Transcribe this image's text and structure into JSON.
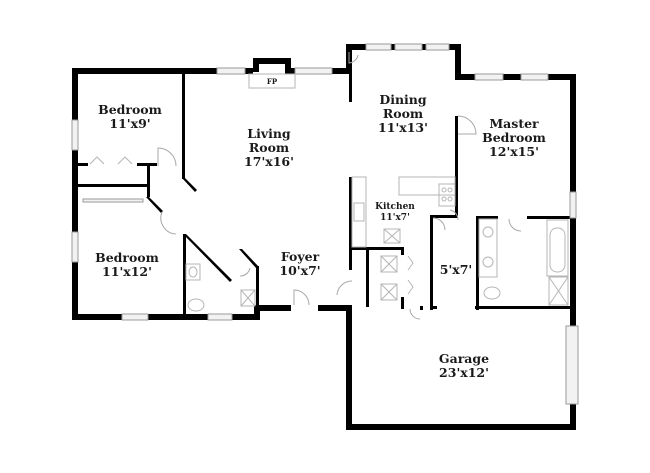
{
  "floor_plan": {
    "colors": {
      "wall": "#000000",
      "window": "#f2f2f2",
      "fixture": "#b5b5b5",
      "text": "#1a1a1a"
    },
    "fireplace_label": "FP",
    "rooms": [
      {
        "id": "bedroom-1",
        "name": "Bedroom",
        "dims": "11'x9'"
      },
      {
        "id": "living-room",
        "name": "Living Room",
        "name_line1": "Living",
        "name_line2": "Room",
        "dims": "17'x16'"
      },
      {
        "id": "dining-room",
        "name": "Dining Room",
        "name_line1": "Dining",
        "name_line2": "Room",
        "dims": "11'x13'"
      },
      {
        "id": "master-bedroom",
        "name": "Master Bedroom",
        "name_line1": "Master",
        "name_line2": "Bedroom",
        "dims": "12'x15'"
      },
      {
        "id": "kitchen",
        "name": "Kitchen",
        "dims": "11'x7'"
      },
      {
        "id": "bedroom-2",
        "name": "Bedroom",
        "dims": "11'x12'"
      },
      {
        "id": "foyer",
        "name": "Foyer",
        "dims": "10'x7'"
      },
      {
        "id": "laundry",
        "name": "",
        "dims": "5'x7'"
      },
      {
        "id": "garage",
        "name": "Garage",
        "dims": "23'x12'"
      }
    ]
  }
}
